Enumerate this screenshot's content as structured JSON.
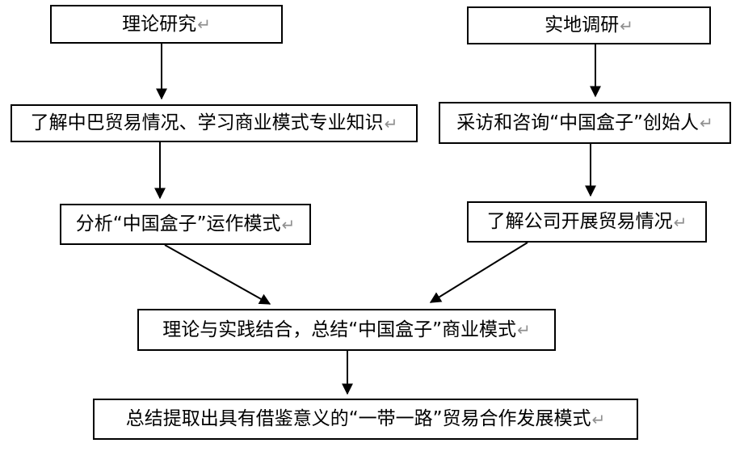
{
  "diagram": {
    "return_mark": "↵",
    "nodes": [
      {
        "id": "theory-research",
        "label": "理论研究"
      },
      {
        "id": "field-research",
        "label": "实地调研"
      },
      {
        "id": "learn-trade-knowledge",
        "label": "了解中巴贸易情况、学习商业模式专业知识"
      },
      {
        "id": "interview-founder",
        "label": "采访和咨询“中国盒子”创始人"
      },
      {
        "id": "analyze-operation",
        "label": "分析“中国盒子”运作模式"
      },
      {
        "id": "company-trade-status",
        "label": "了解公司开展贸易情况"
      },
      {
        "id": "combine-summarize",
        "label": "理论与实践结合，总结“中国盒子”商业模式"
      },
      {
        "id": "final-conclusion",
        "label": "总结提取出具有借鉴意义的“一带一路”贸易合作发展模式"
      }
    ],
    "edges": [
      {
        "from": "theory-research",
        "to": "learn-trade-knowledge"
      },
      {
        "from": "field-research",
        "to": "interview-founder"
      },
      {
        "from": "learn-trade-knowledge",
        "to": "analyze-operation"
      },
      {
        "from": "interview-founder",
        "to": "company-trade-status"
      },
      {
        "from": "analyze-operation",
        "to": "combine-summarize"
      },
      {
        "from": "company-trade-status",
        "to": "combine-summarize"
      },
      {
        "from": "combine-summarize",
        "to": "final-conclusion"
      }
    ],
    "colors": {
      "line": "#000000",
      "border": "#000000",
      "text": "#000000",
      "return_mark": "#8f8f8f",
      "background": "#ffffff"
    }
  }
}
